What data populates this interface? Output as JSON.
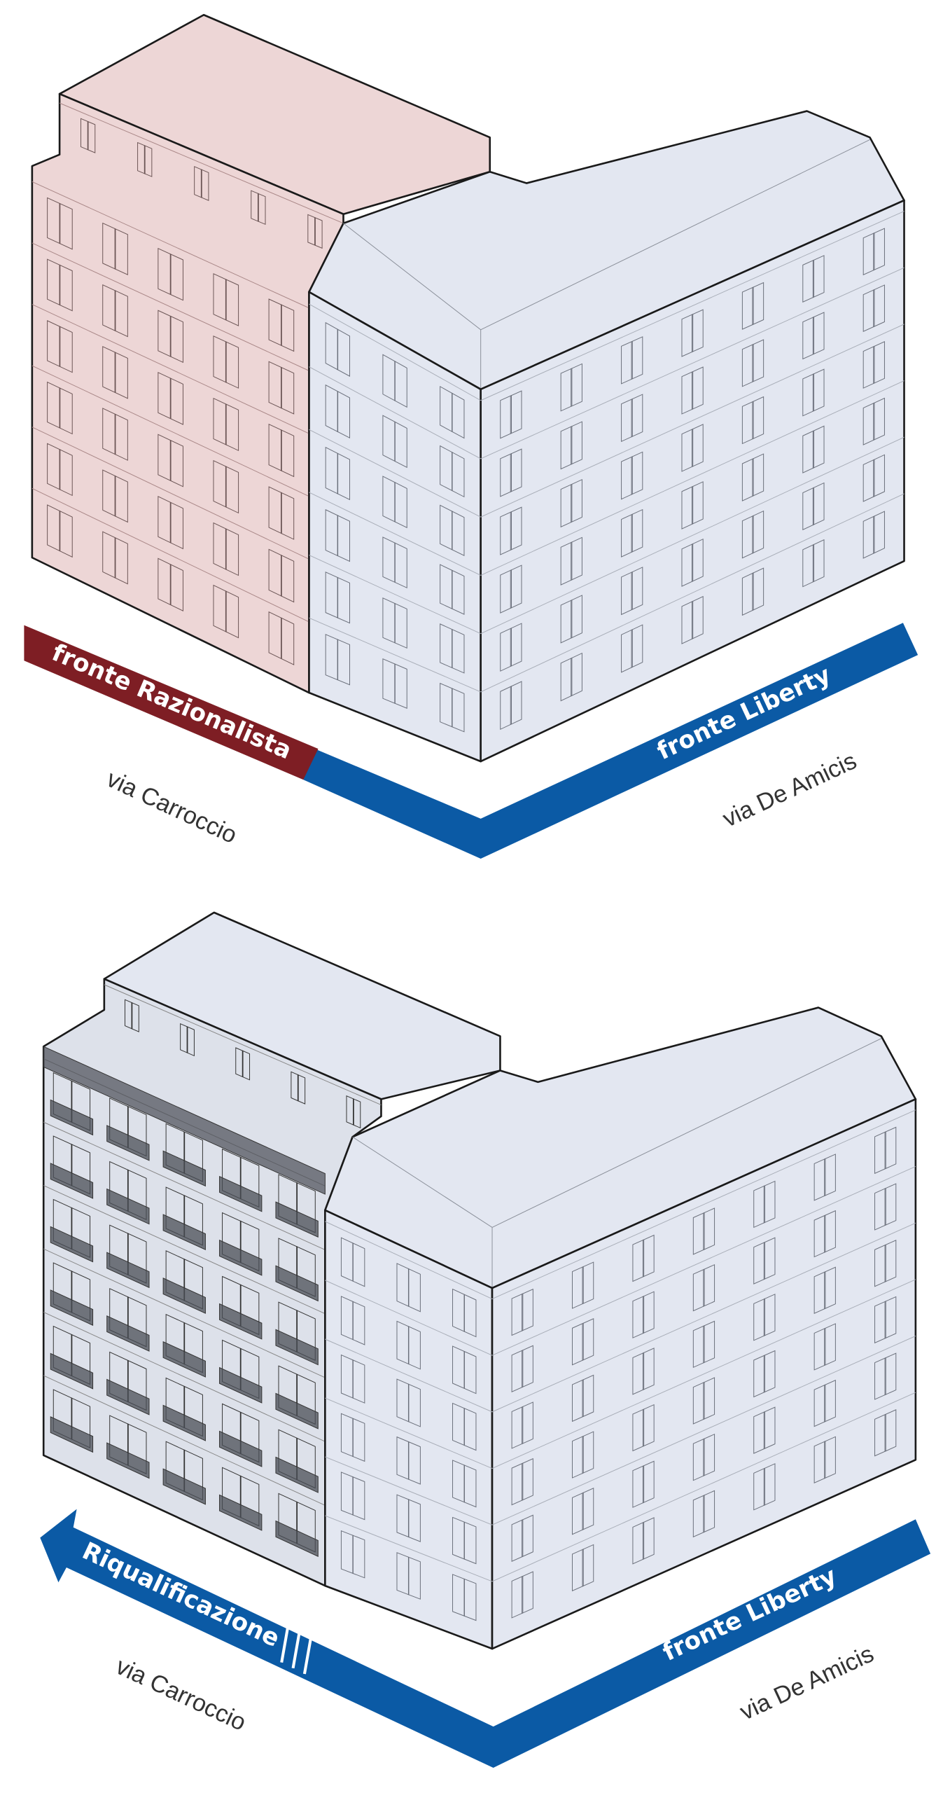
{
  "colors": {
    "razionalista": "#7e1e24",
    "liberty": "#0b5aa5",
    "pink_facade": "#edd6d6",
    "liberty_facade": "#e3e7f1",
    "requalified_facade": "#dde1ea"
  },
  "before": {
    "band_left_label": "fronte Razionalista",
    "band_right_label": "fronte Liberty",
    "street_left": "via Carroccio",
    "street_right": "via De Amicis"
  },
  "after": {
    "band_left_label": "Riqualificazione",
    "band_right_label": "fronte Liberty",
    "street_left": "via Carroccio",
    "street_right": "via De Amicis"
  }
}
